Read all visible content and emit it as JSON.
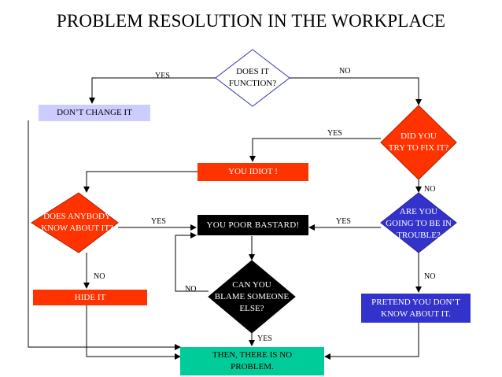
{
  "title": "PROBLEM RESOLUTION IN THE WORKPLACE",
  "colors": {
    "lavender": "#ccccff",
    "red": "#ff3300",
    "black": "#000000",
    "blue": "#3333cc",
    "teal": "#00cc99",
    "white_diamond": "#ffffff"
  },
  "nodes": {
    "does_it_function": "DOES IT\nFUNCTION?",
    "dont_change_it": "DON’T CHANGE  IT",
    "did_you_try": "DID YOU\nTRY TO FIX IT?",
    "you_idiot": "YOU IDIOT !",
    "does_anybody_know": "DOES ANYBODY\nKNOW ABOUT IT?",
    "you_poor_bastard": "YOU POOR BASTARD!",
    "are_you_in_trouble": "ARE YOU\nGOING TO BE  IN\nTROUBLE?",
    "hide_it": "HIDE IT",
    "can_you_blame": "CAN YOU\nBLAME SOMEONE\nELSE?",
    "pretend": "PRETEND YOU DON’T\nKNOW ABOUT IT.",
    "no_problem": "THEN, THERE IS NO\nPROBLEM."
  },
  "edge_labels": {
    "yes_1": "YES",
    "no_1": "NO",
    "yes_2": "YES",
    "no_2": "NO",
    "yes_3": "YES",
    "yes_4": "YES",
    "no_3": "NO",
    "no_4": "NO",
    "no_5": "NO",
    "yes_5": "YES"
  }
}
